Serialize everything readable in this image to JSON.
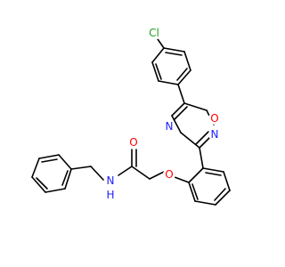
{
  "colors": {
    "bond": "#000000",
    "carbon": "#000000",
    "nitrogen": "#2020ff",
    "oxygen": "#ff0000",
    "chlorine": "#1fa01f",
    "background": "#ffffff"
  },
  "atoms": {
    "chlorine": "Cl",
    "ring_oxygen": "O",
    "ring_nitrogen_right": "N",
    "ring_nitrogen_left": "N",
    "carbonyl_oxygen": "O",
    "ether_oxygen": "O",
    "amide_nitrogen": "N",
    "amide_hydrogen": "H"
  }
}
